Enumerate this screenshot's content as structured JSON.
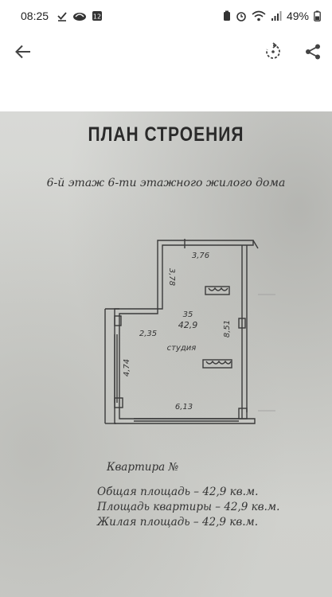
{
  "status_bar": {
    "time": "08:25",
    "notification_badge": "12",
    "battery_percent": "49%"
  },
  "toolbar": {
    "icons": [
      "back-arrow-icon",
      "rotate-icon",
      "share-icon"
    ]
  },
  "document": {
    "title": "ПЛАН СТРОЕНИЯ",
    "subtitle": "6-й этаж 6-ти этажного жилого дома",
    "plan_labels": {
      "top_width": "3,76",
      "left_top_height": "3,78",
      "room_number": "35",
      "room_area": "42,9",
      "left_width": "2,35",
      "right_height": "8,51",
      "room_name": "студия",
      "left_height": "4,74",
      "bottom_width": "6,13"
    },
    "apartment_title": "Квартира №",
    "areas": [
      "Общая площадь – 42,9 кв.м.",
      "Площадь квартиры – 42,9 кв.м.",
      "Жилая площадь – 42,9 кв.м."
    ]
  },
  "colors": {
    "paper": "#d4d5d1",
    "ink": "#333333",
    "status_text": "#222222"
  }
}
